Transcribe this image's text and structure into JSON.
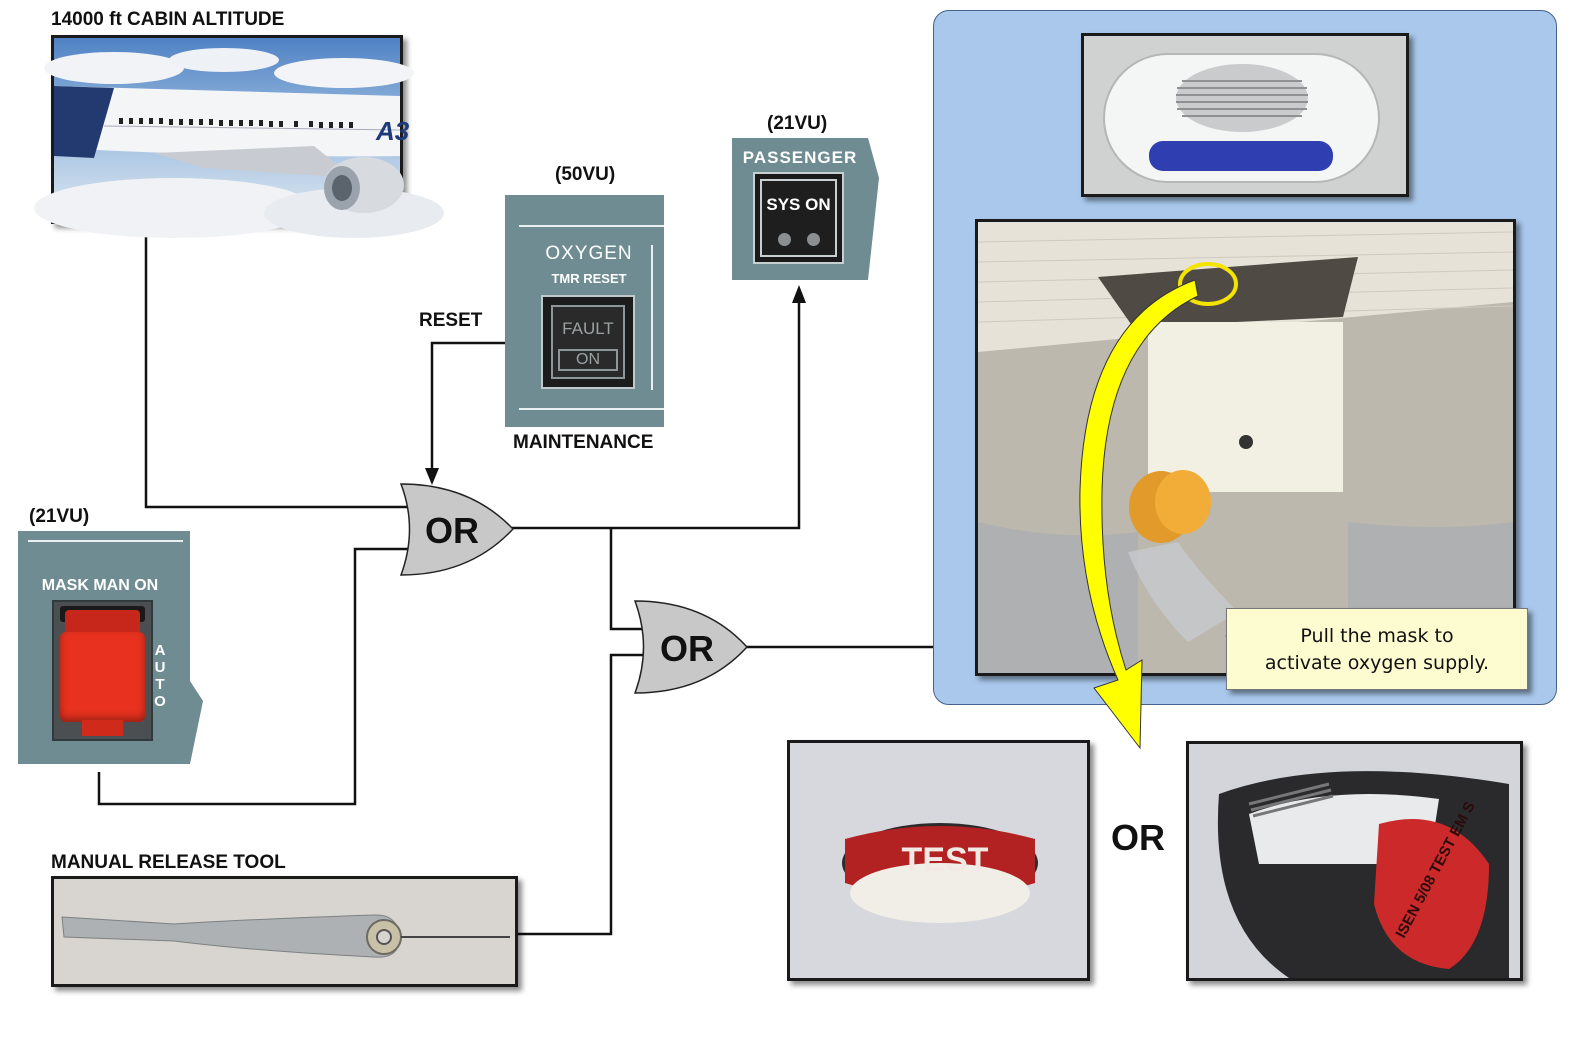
{
  "labels": {
    "cabin_altitude": "14000 ft CABIN ALTITUDE",
    "manual_release_tool": "MANUAL RELEASE TOOL",
    "reset": "RESET",
    "maintenance": "MAINTENANCE",
    "panel_50vu": "(50VU)",
    "panel_21vu_top": "(21VU)",
    "panel_21vu_left": "(21VU)",
    "or_between_photos": "OR"
  },
  "panels": {
    "oxygen": {
      "title": "OXYGEN",
      "subtitle": "TMR RESET",
      "fault": "FAULT",
      "on": "ON"
    },
    "passenger": {
      "title": "PASSENGER",
      "button": "SYS ON"
    },
    "mask": {
      "title": "MASK MAN ON",
      "auto": "AUTO",
      "guard_color": "#e8321f"
    }
  },
  "gates": {
    "gate1": "OR",
    "gate2": "OR"
  },
  "photos": {
    "aircraft_tail_text": "A3",
    "test_button": "TEST",
    "test_tag": "ISEN 5/08 TEST EM S"
  },
  "callout": {
    "line1": "Pull the mask to",
    "line2": "activate oxygen supply."
  },
  "colors": {
    "panel": "#6f8c92",
    "gate": "#c8c8c8",
    "frame_bg": "#a9c8ec",
    "arrow": "#ffff00",
    "callout_bg": "#fdfbd0"
  }
}
